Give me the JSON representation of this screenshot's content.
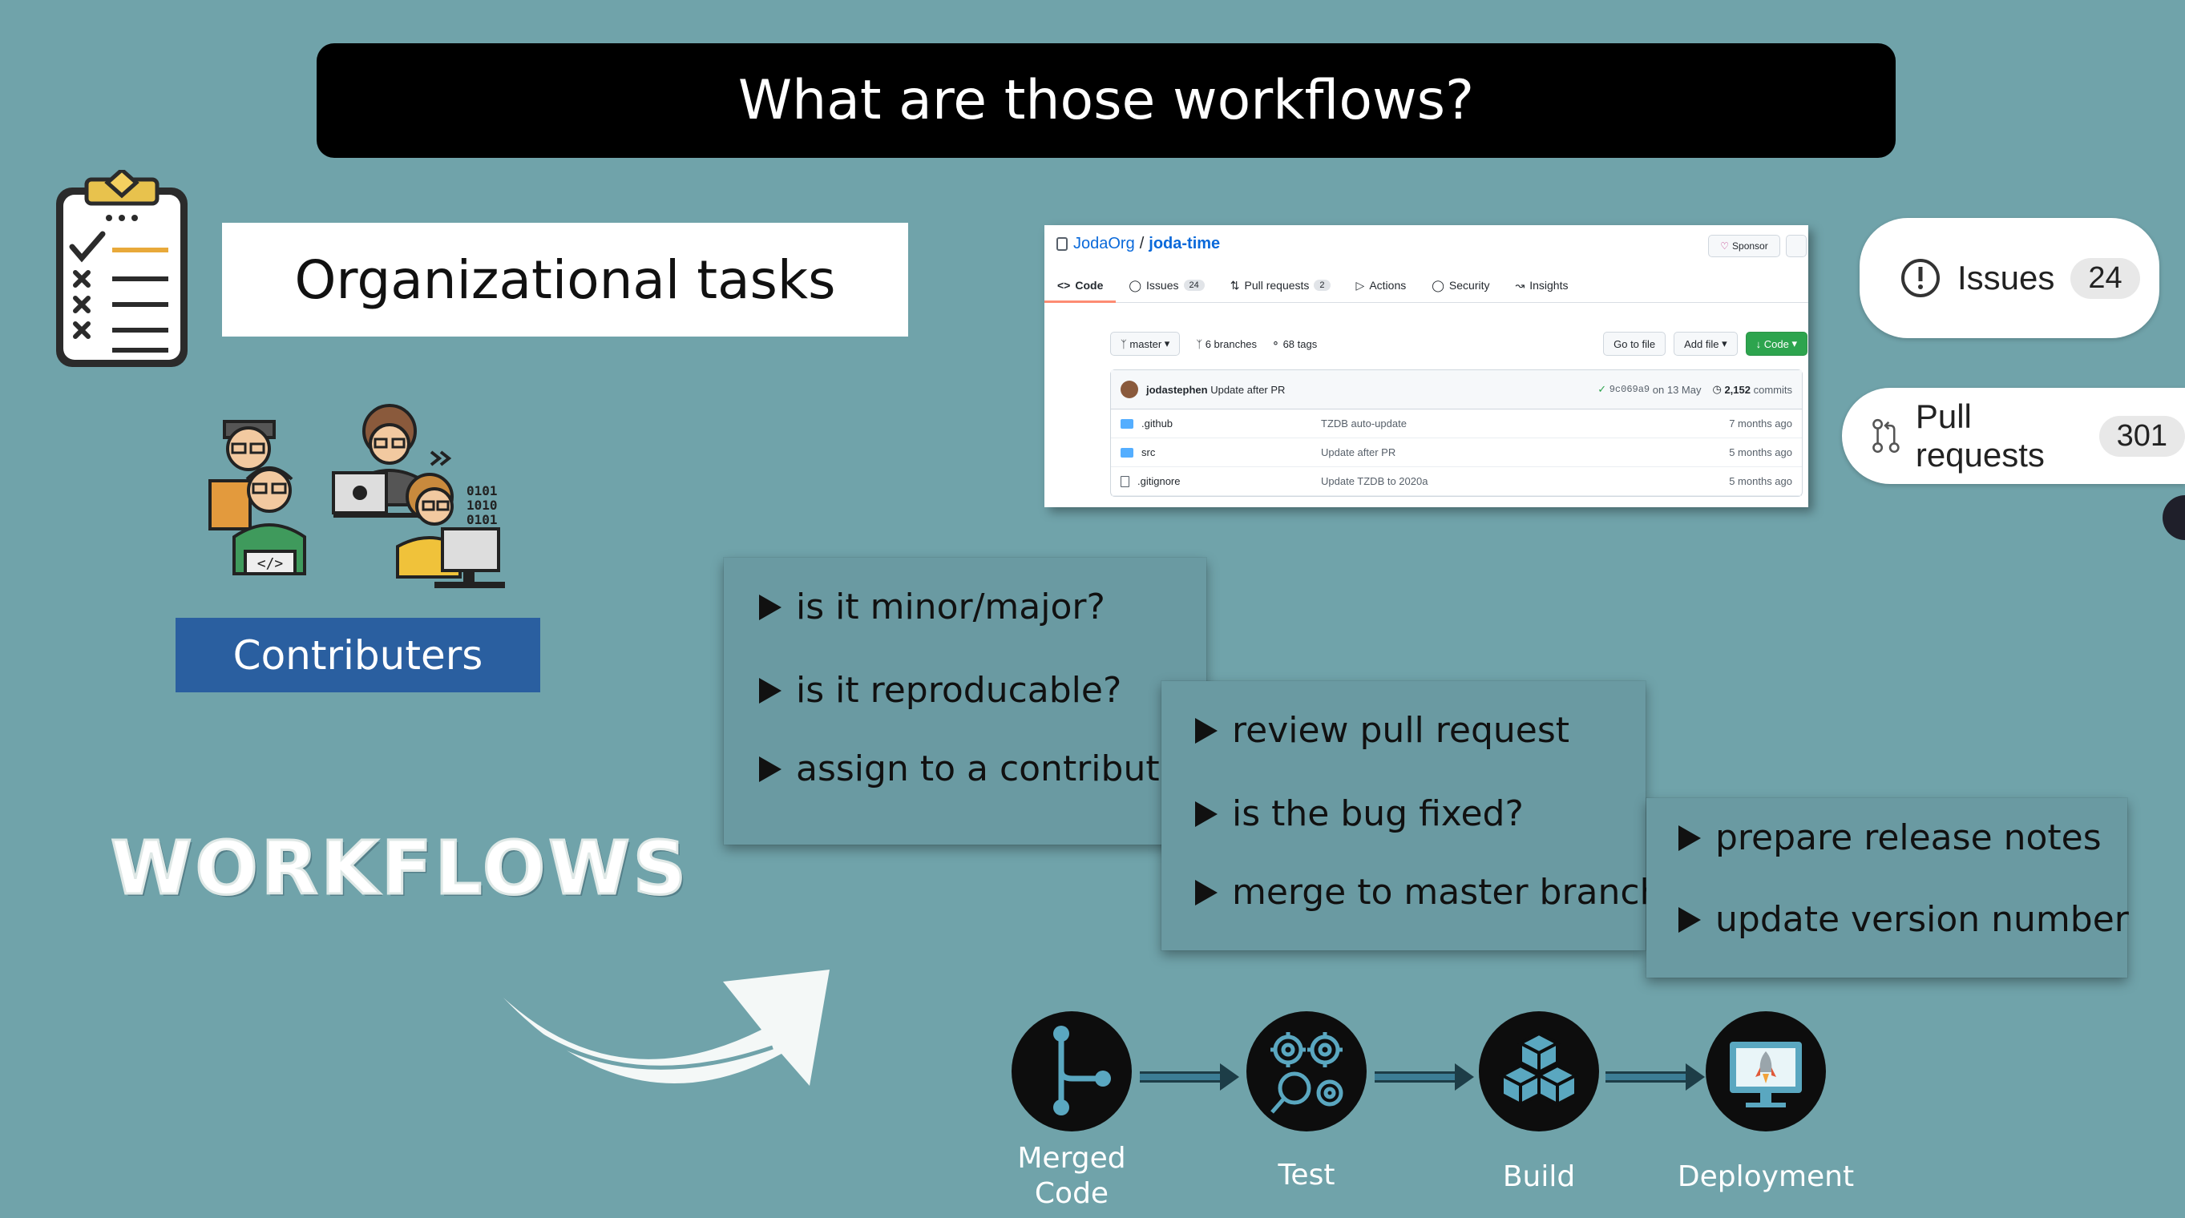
{
  "title": "What are those workflows?",
  "organizational_tasks": "Organizational tasks",
  "contributors_label": "Contributers",
  "workflows_label": "WORKFLOWS",
  "github": {
    "org": "JodaOrg",
    "separator": "/",
    "repo": "joda-time",
    "sponsor_label": "Sponsor",
    "tabs": [
      {
        "label": "Code",
        "icon": "code-icon"
      },
      {
        "label": "Issues",
        "count": "24",
        "icon": "issue-icon"
      },
      {
        "label": "Pull requests",
        "count": "2",
        "icon": "pull-request-icon"
      },
      {
        "label": "Actions",
        "icon": "play-icon"
      },
      {
        "label": "Security",
        "icon": "shield-icon"
      },
      {
        "label": "Insights",
        "icon": "graph-icon"
      }
    ],
    "branch": "master",
    "branches": "6 branches",
    "tags": "68 tags",
    "go_to_file": "Go to file",
    "add_file": "Add file",
    "code_button": "Code",
    "commit": {
      "author": "jodastephen",
      "message": "Update after PR",
      "hash": "9c069a9",
      "date": "on 13 May",
      "commits": "2,152",
      "commits_label": "commits"
    },
    "files": [
      {
        "name": ".github",
        "type": "folder",
        "message": "TZDB auto-update",
        "age": "7 months ago"
      },
      {
        "name": "src",
        "type": "folder",
        "message": "Update after PR",
        "age": "5 months ago"
      },
      {
        "name": ".gitignore",
        "type": "file",
        "message": "Update TZDB to 2020a",
        "age": "5 months ago"
      }
    ]
  },
  "issues_pill": {
    "label": "Issues",
    "count": "24"
  },
  "pr_pill": {
    "label": "Pull requests",
    "count": "301"
  },
  "notes": [
    {
      "items": [
        "is it minor/major?",
        "is it reproducable?",
        "assign to a contributer"
      ]
    },
    {
      "items": [
        "review pull request",
        "is the bug fixed?",
        "merge to master branch"
      ]
    },
    {
      "items": [
        "prepare release notes",
        "update version number"
      ]
    }
  ],
  "pipeline": {
    "steps": [
      {
        "label_line1": "Merged",
        "label_line2": "Code",
        "icon": "branch-merge-icon"
      },
      {
        "label_line1": "Test",
        "icon": "gears-test-icon"
      },
      {
        "label_line1": "Build",
        "icon": "cubes-build-icon"
      },
      {
        "label_line1": "Deployment",
        "icon": "rocket-deploy-icon"
      }
    ]
  },
  "colors": {
    "background": "#70a3aa",
    "title_bar": "#000000",
    "contributors_box": "#2a5fa0",
    "note_box": "#6a9aa2",
    "github_green": "#2da44e"
  }
}
